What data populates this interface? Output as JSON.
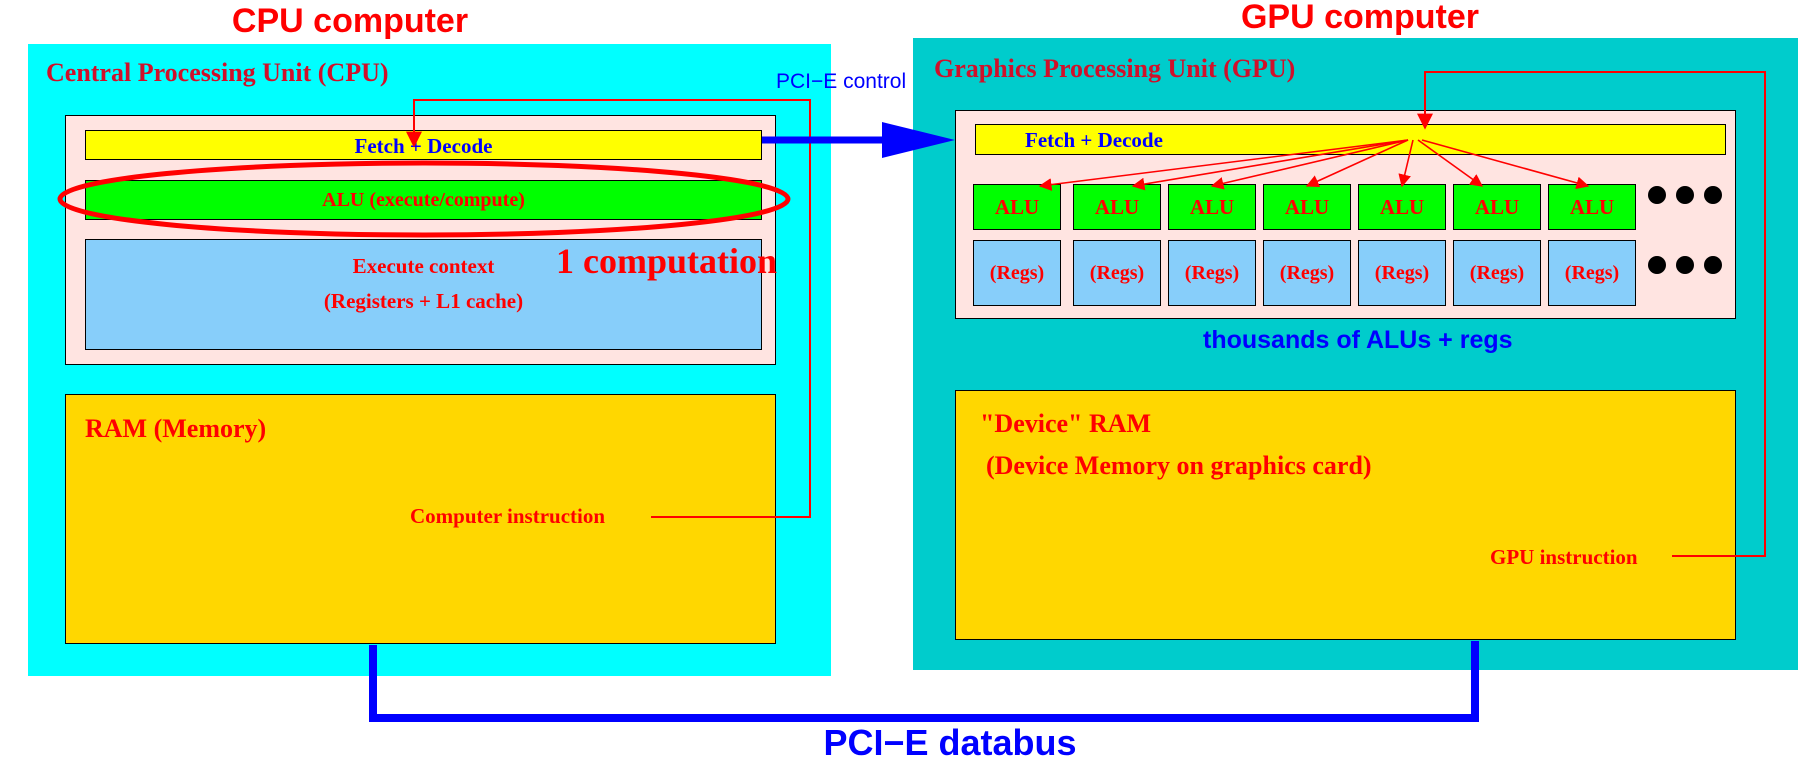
{
  "cpu": {
    "title": "CPU computer",
    "unit_label": "Central Processing Unit (CPU)",
    "fetch_decode": "Fetch + Decode",
    "alu": "ALU (execute/compute)",
    "exec_context_line1": "Execute context",
    "exec_context_line2": "(Registers + L1 cache)",
    "annotation": "1 computation",
    "ram": "RAM (Memory)",
    "instruction": "Computer instruction"
  },
  "gpu": {
    "title": "GPU computer",
    "unit_label": "Graphics Processing Unit (GPU)",
    "fetch_decode": "Fetch + Decode",
    "alus": [
      "ALU",
      "ALU",
      "ALU",
      "ALU",
      "ALU",
      "ALU",
      "ALU"
    ],
    "regs": [
      "(Regs)",
      "(Regs)",
      "(Regs)",
      "(Regs)",
      "(Regs)",
      "(Regs)",
      "(Regs)"
    ],
    "caption": "thousands of ALUs + regs",
    "ram_line1": "\"Device\" RAM",
    "ram_line2": "(Device Memory  on graphics card)",
    "instruction": "GPU instruction"
  },
  "links": {
    "control": "PCI−E control",
    "databus": "PCI−E databus"
  },
  "colors": {
    "cpu_panel": "#00ffff",
    "gpu_panel": "#00cccc",
    "label_red": "#ff0000",
    "label_blue": "#0000ff",
    "fetch_yellow": "#ffff00",
    "alu_green": "#00ff00",
    "regs_blue": "#87cefa",
    "ram_gold": "#ffd700",
    "core_pink": "#ffe4e1"
  }
}
